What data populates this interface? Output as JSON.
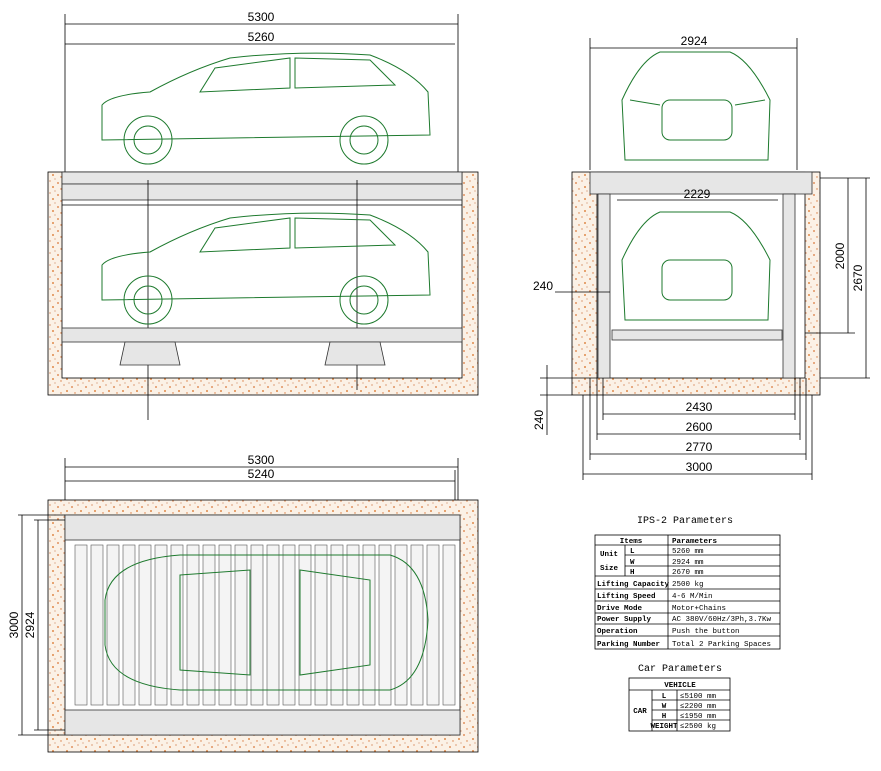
{
  "side_view": {
    "dim_outer": "5300",
    "dim_car": "5260"
  },
  "front_view": {
    "dim_car_width": "2924",
    "dim_inner": "2229",
    "dim_lift": "2000",
    "dim_height": "2670",
    "dim_post_offset": "240",
    "dim_pit_depth": "240",
    "dim_2430": "2430",
    "dim_2600": "2600",
    "dim_2770": "2770",
    "dim_3000": "3000"
  },
  "top_view": {
    "dim_outer": "5300",
    "dim_inner": "5240",
    "dim_width": "3000",
    "dim_car_width": "2924"
  },
  "ips_table": {
    "title": "IPS-2 Parameters",
    "header": [
      "Items",
      "Parameters"
    ],
    "unit_size_label": [
      "Unit",
      "Size"
    ],
    "unit_rows": [
      [
        "L",
        "5260 mm"
      ],
      [
        "W",
        "2924 mm"
      ],
      [
        "H",
        "2670 mm"
      ]
    ],
    "rows": [
      [
        "Lifting Capacity",
        "2500 kg"
      ],
      [
        "Lifting Speed",
        "4-6 M/Min"
      ],
      [
        "Drive Mode",
        "Motor+Chains"
      ],
      [
        "Power Supply",
        "AC 380V/60Hz/3Ph,3.7Kw"
      ],
      [
        "Operation",
        "Push the button"
      ],
      [
        "Parking Number",
        "Total 2 Parking Spaces"
      ]
    ]
  },
  "car_table": {
    "title": "Car Parameters",
    "header": "VEHICLE",
    "group": "CAR",
    "rows": [
      [
        "L",
        "≤5100 mm"
      ],
      [
        "W",
        "≤2200 mm"
      ],
      [
        "H",
        "≤1950 mm"
      ],
      [
        "WEIGHT",
        "≤2500 kg"
      ]
    ]
  },
  "colors": {
    "car": "#1e7a2e",
    "soil": "#d9773a",
    "line": "#000000"
  }
}
